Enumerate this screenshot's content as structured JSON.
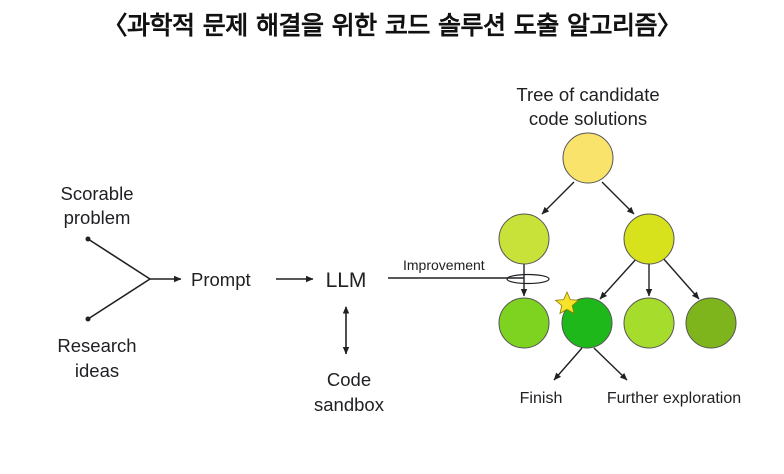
{
  "title": "〈과학적 문제 해결을 위한 코드 솔루션 도출 알고리즘〉",
  "inputs": {
    "scorable_line1": "Scorable",
    "scorable_line2": "problem",
    "research_line1": "Research",
    "research_line2": "ideas"
  },
  "pipeline": {
    "prompt": "Prompt",
    "llm": "LLM",
    "sandbox_line1": "Code",
    "sandbox_line2": "sandbox",
    "improvement": "Improvement"
  },
  "tree": {
    "title_line1": "Tree of candidate",
    "title_line2": "code solutions",
    "finish": "Finish",
    "further": "Further exploration"
  },
  "colors": {
    "root": "#f9e36a",
    "level1_left": "#c9e23a",
    "level1_right": "#d7e21c",
    "leaf_1": "#7ed321",
    "leaf_best": "#1fb81a",
    "leaf_3": "#a6dd2c",
    "leaf_4": "#7fb51c",
    "star": "#f7e32a"
  }
}
